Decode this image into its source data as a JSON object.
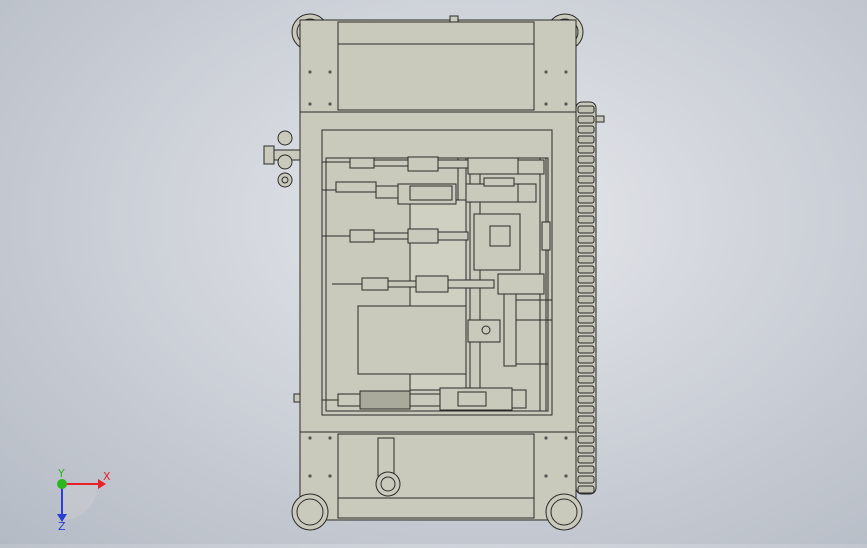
{
  "triad": {
    "x_label": "X",
    "y_label": "Y",
    "z_label": "Z",
    "x_color": "#e8202a",
    "y_color": "#2bb51e",
    "z_color": "#2a3fd6"
  },
  "model": {
    "face_color": "#c9cabb",
    "edge_color": "#2a2a2a",
    "background_top": "#e6e8ec",
    "background_bottom": "#b4bac4"
  }
}
